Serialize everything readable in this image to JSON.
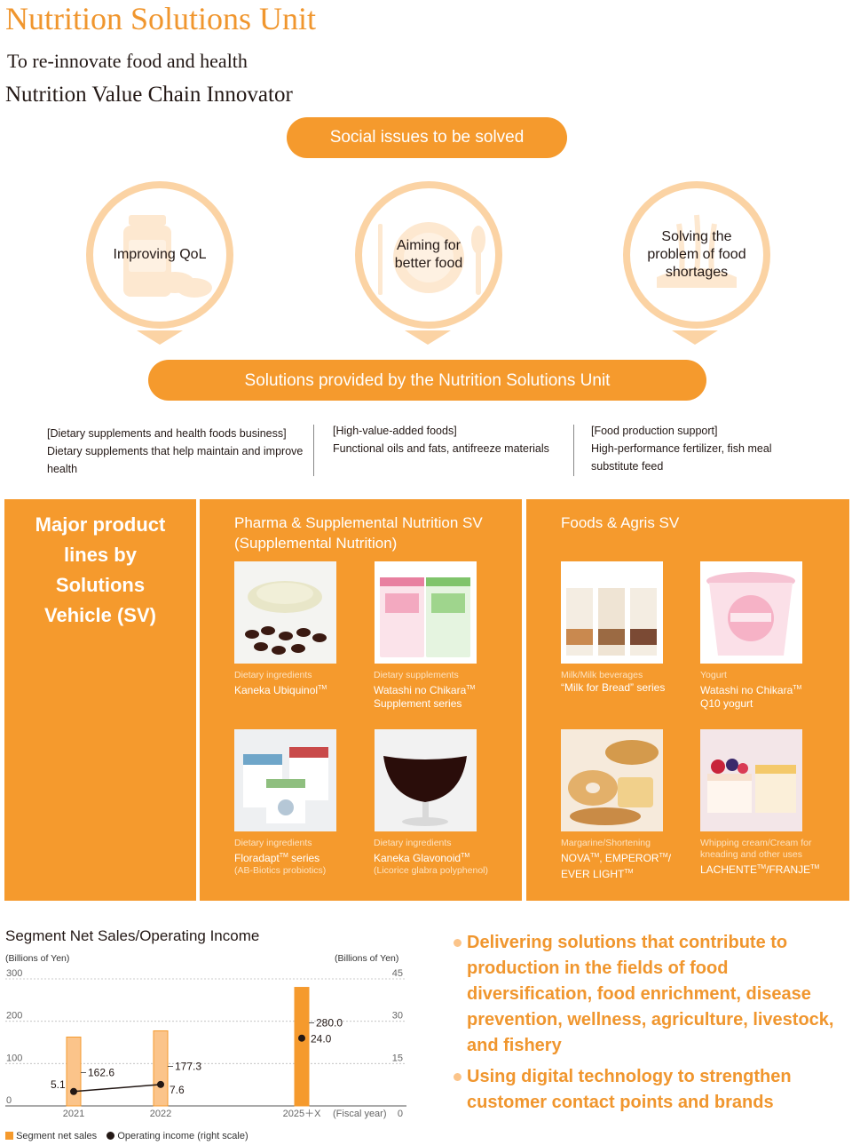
{
  "header": {
    "title": "Nutrition Solutions Unit",
    "subtitle1": "To re-innovate food and health",
    "subtitle2": "Nutrition Value Chain Innovator"
  },
  "social": {
    "label": "Social issues to be solved",
    "issues": [
      {
        "label": "Improving QoL",
        "icon": "supplement-bottle-icon"
      },
      {
        "label": "Aiming for better food",
        "icon": "plate-cutlery-icon"
      },
      {
        "label": "Solving the problem of food shortages",
        "icon": "wheat-field-icon"
      }
    ]
  },
  "solutions": {
    "label": "Solutions provided by the Nutrition Solutions Unit",
    "columns": [
      {
        "heading": "[Dietary supplements and health foods business]",
        "text": "Dietary supplements that help maintain and improve health"
      },
      {
        "heading": "[High-value-added foods]",
        "text": "Functional oils and fats, antifreeze materials"
      },
      {
        "heading": "[Food production support]",
        "text": "High-performance fertilizer, fish meal substitute feed"
      }
    ]
  },
  "sv": {
    "title": "Major product lines by Solutions Vehicle (SV)",
    "pharma_heading": "Pharma & Supplemental Nutrition SV (Supplemental Nutrition)",
    "foods_heading": "Foods & Agris SV",
    "products": [
      {
        "category": "Dietary ingredients",
        "name": "Kaneka Ubiquinol",
        "tm": "TM",
        "name2": "",
        "note": ""
      },
      {
        "category": "Dietary supplements",
        "name": "Watashi no Chikara",
        "tm": "TM",
        "name2": "Supplement series",
        "note": ""
      },
      {
        "category": "Milk/Milk beverages",
        "name": "“Milk for Bread” series",
        "tm": "",
        "name2": "",
        "note": ""
      },
      {
        "category": "Yogurt",
        "name": "Watashi no Chikara",
        "tm": "TM",
        "name2": "Q10 yogurt",
        "note": ""
      },
      {
        "category": "Dietary ingredients",
        "name": "Floradapt",
        "tm": "TM",
        "name_suffix": " series",
        "name2": "",
        "note": "(AB-Biotics probiotics)"
      },
      {
        "category": "Dietary ingredients",
        "name": "Kaneka Glavonoid",
        "tm": "TM",
        "name2": "",
        "note": "(Licorice glabra polyphenol)"
      },
      {
        "category": "Margarine/Shortening",
        "name": "NOVA",
        "tm": "TM",
        "name_suffix": ", EMPEROR",
        "tm2": "TM",
        "name_suffix2": "/",
        "name2": "EVER LIGHT",
        "tm3": "TM",
        "note": ""
      },
      {
        "category": "Whipping cream/Cream for kneading and other uses",
        "name": "LACHENTE",
        "tm": "TM",
        "name_suffix": "/FRANJE",
        "tm2": "TM",
        "name2": "",
        "note": ""
      }
    ]
  },
  "chart": {
    "title": "Segment Net Sales/Operating Income",
    "left_unit": "(Billions of Yen)",
    "right_unit": "(Billions of Yen)",
    "x_suffix": "(Fiscal year)",
    "legend_bar": "Segment net sales",
    "legend_line": "Operating income (right scale)",
    "colors": {
      "bar": "#f59a2d",
      "bar_light": "#fbc48a",
      "line": "#231815"
    }
  },
  "chart_data": {
    "type": "bar",
    "title": "Segment Net Sales/Operating Income",
    "categories": [
      "2021",
      "2022",
      "2025＋X"
    ],
    "series": [
      {
        "name": "Segment net sales",
        "type": "bar",
        "values": [
          162.6,
          177.3,
          280.0
        ],
        "axis": "left"
      },
      {
        "name": "Operating income (right scale)",
        "type": "line",
        "values": [
          5.1,
          7.6,
          24.0
        ],
        "axis": "right"
      }
    ],
    "left_axis": {
      "label": "(Billions of Yen)",
      "ticks": [
        "0",
        "100",
        "200",
        "300"
      ],
      "ylim": [
        0,
        300
      ]
    },
    "right_axis": {
      "label": "(Billions of Yen)",
      "ticks": [
        "0",
        "15",
        "30",
        "45"
      ],
      "ylim": [
        0,
        45
      ]
    },
    "xlabel": "(Fiscal year)",
    "value_labels": [
      "162.6",
      "177.3",
      "280.0",
      "5.1",
      "7.6",
      "24.0"
    ],
    "legend": "bottom-left"
  },
  "bullets": [
    "Delivering solutions that contribute to production in the fields of food diversification, food enrichment, disease prevention, wellness, agriculture, livestock, and fishery",
    "Using digital technology to strengthen customer contact points and brands"
  ]
}
